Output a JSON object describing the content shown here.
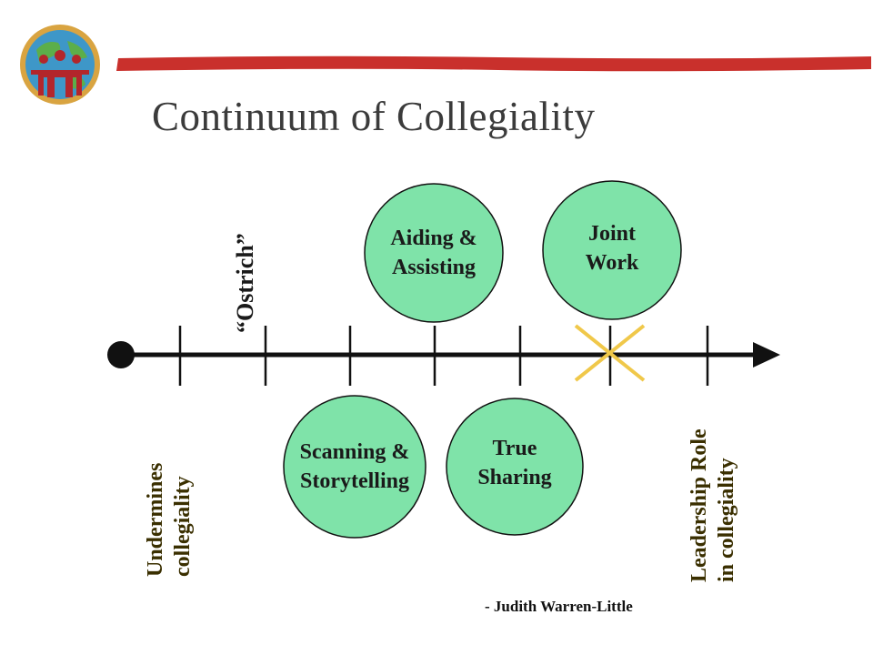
{
  "slide": {
    "title": "Continuum of Collegiality",
    "attribution": "-  Judith Warren-Little"
  },
  "colors": {
    "bar": "#c9302c",
    "circle_fill": "#7fe3a9",
    "axis": "#111111",
    "cross": "#f0c84a",
    "end_label": "#3a2f00"
  },
  "continuum": {
    "left_end": {
      "line1": "Undermines",
      "line2": "collegiality"
    },
    "right_end": {
      "line1": "Leadership Role",
      "line2": "in collegiality"
    },
    "ostrich": "“Ostrich”",
    "stages": [
      {
        "line1": "Scanning &",
        "line2": "Storytelling"
      },
      {
        "line1": "Aiding &",
        "line2": "Assisting"
      },
      {
        "line1": "True",
        "line2": "Sharing"
      },
      {
        "line1": "Joint",
        "line2": "Work"
      }
    ]
  }
}
